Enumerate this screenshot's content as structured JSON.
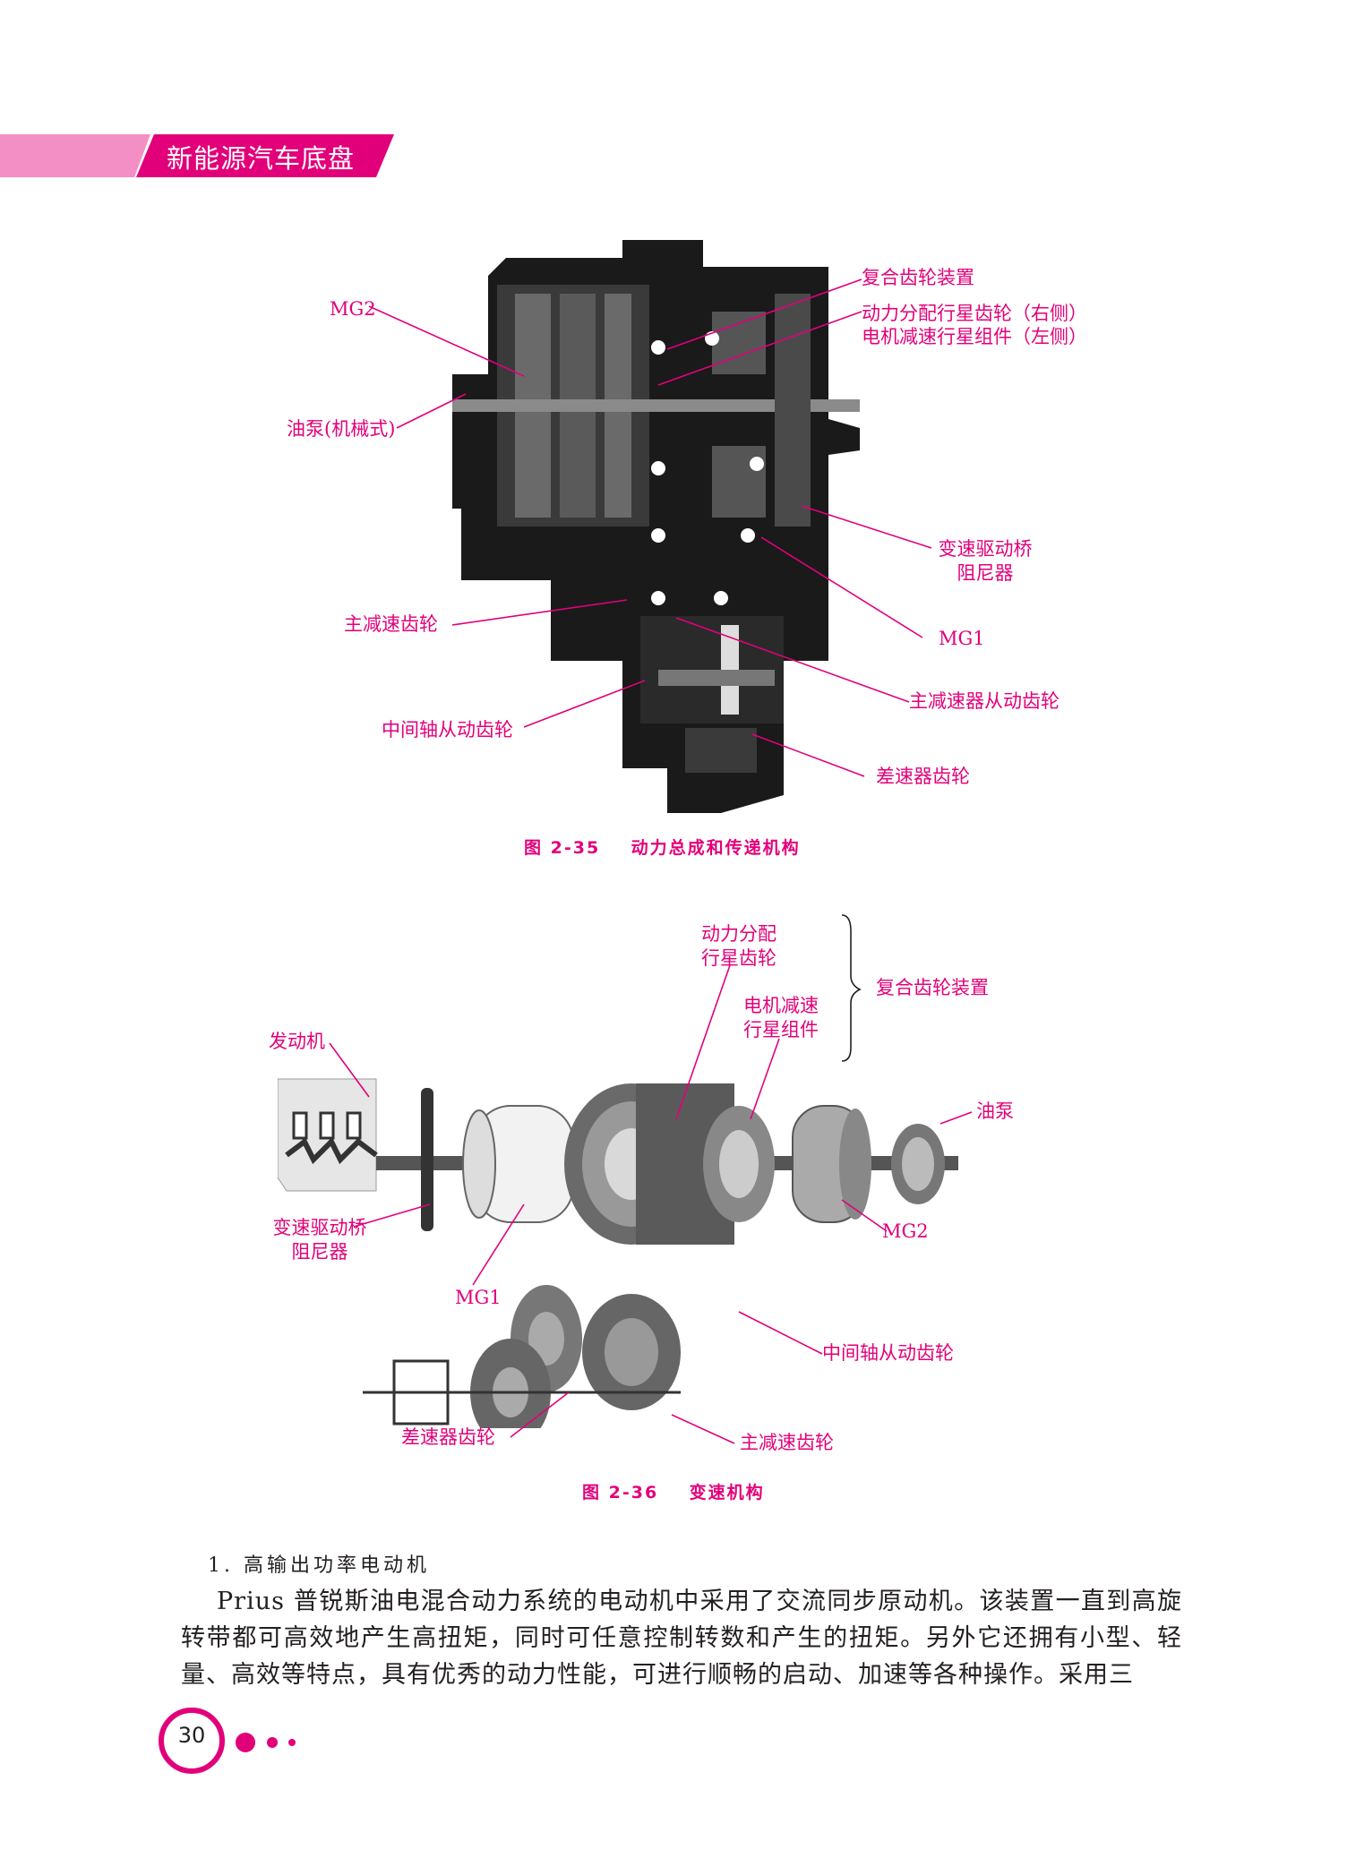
{
  "header": {
    "title": "新能源汽车底盘",
    "accent_color": "#e2007a",
    "band_color": "#f48fc6"
  },
  "figure1": {
    "labels": {
      "fuhe": "复合齿轮装置",
      "dongli": "动力分配行星齿轮（右侧）",
      "dianji": "电机减速行星组件（左侧）",
      "mg2": "MG2",
      "youbeng": "油泵(机械式)",
      "zuniqi1": "变速驱动桥",
      "zuniqi2": "阻尼器",
      "zhujiansu": "主减速齿轮",
      "mg1": "MG1",
      "congdong": "主减速器从动齿轮",
      "zhongjian": "中间轴从动齿轮",
      "chasu": "差速器齿轮"
    },
    "caption_no": "图 2-35",
    "caption_text": "动力总成和传递机构"
  },
  "figure2": {
    "labels": {
      "dongli1": "动力分配",
      "dongli2": "行星齿轮",
      "fuhe": "复合齿轮装置",
      "dianji1": "电机减速",
      "dianji2": "行星组件",
      "fadongji": "发动机",
      "youbeng": "油泵",
      "zuniqi1": "变速驱动桥",
      "zuniqi2": "阻尼器",
      "mg2": "MG2",
      "mg1": "MG1",
      "zhongjian": "中间轴从动齿轮",
      "chasu": "差速器齿轮",
      "zhujiansu": "主减速齿轮"
    },
    "caption_no": "图 2-36",
    "caption_text": "变速机构"
  },
  "section": {
    "heading": "1. 高输出功率电动机",
    "paragraph": "Prius 普锐斯油电混合动力系统的电动机中采用了交流同步原动机。该装置一直到高旋转带都可高效地产生高扭矩，同时可任意控制转数和产生的扭矩。另外它还拥有小型、轻量、高效等特点，具有优秀的动力性能，可进行顺畅的启动、加速等各种操作。采用三"
  },
  "footer": {
    "page_number": "30"
  }
}
